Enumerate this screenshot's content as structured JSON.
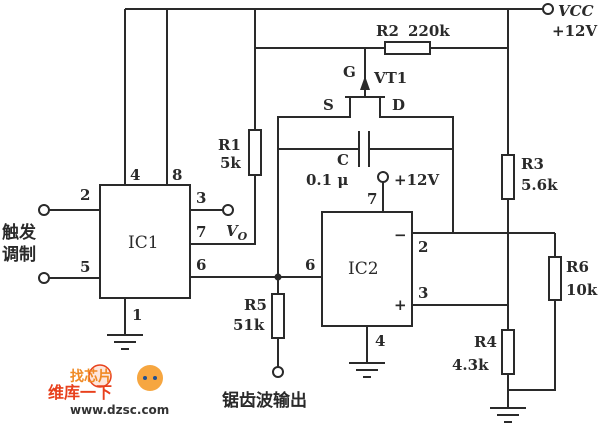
{
  "diagram": {
    "title": "Sawtooth wave generator circuit",
    "supply": {
      "name": "VCC",
      "value": "+12V"
    },
    "ic1": {
      "label": "IC1",
      "pins": [
        "2",
        "5",
        "4",
        "8",
        "3",
        "7",
        "6",
        "1"
      ]
    },
    "ic2": {
      "label": "IC2",
      "pins": [
        "7",
        "6",
        "2",
        "3",
        "4"
      ],
      "minus": "−",
      "plus": "+",
      "supply": "+12V"
    },
    "transistor": {
      "name": "VT1",
      "gate": "G",
      "source": "S",
      "drain": "D"
    },
    "capacitor": {
      "name": "C",
      "value": "0.1 μ"
    },
    "resistors": [
      {
        "name": "R1",
        "value": "5k"
      },
      {
        "name": "R2",
        "value": "220k"
      },
      {
        "name": "R3",
        "value": "5.6k"
      },
      {
        "name": "R4",
        "value": "4.3k"
      },
      {
        "name": "R5",
        "value": "51k"
      },
      {
        "name": "R6",
        "value": "10k"
      }
    ],
    "inputs_label_line1": "触发",
    "inputs_label_line2": "调制",
    "output_vo": "V",
    "output_vo_sub": "O",
    "output_sawtooth": "锯齿波输出"
  },
  "watermark": {
    "line1": "找芯片",
    "line2": "维库一下",
    "url": "www.dzsc.com",
    "colors": {
      "red": "#e8401c",
      "orange": "#f08a24"
    }
  }
}
